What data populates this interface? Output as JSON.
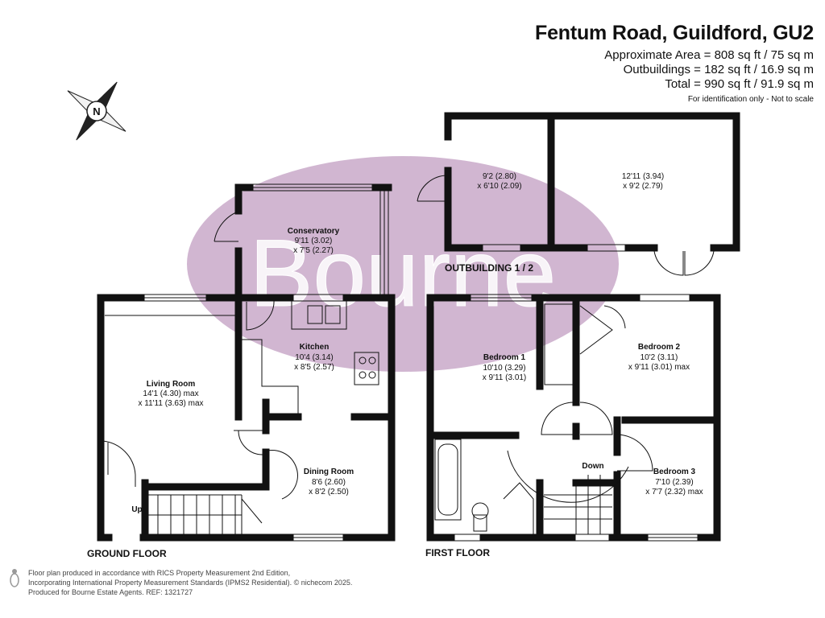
{
  "header": {
    "title": "Fentum Road, Guildford, GU2",
    "approx_area": "Approximate Area = 808 sq ft / 75 sq m",
    "outbuildings": "Outbuildings = 182 sq ft / 16.9 sq m",
    "total": "Total = 990 sq ft / 91.9 sq m",
    "note": "For identification only - Not to scale"
  },
  "watermark": "Bourne",
  "compass": {
    "letter": "N"
  },
  "floors": {
    "ground": "GROUND FLOOR",
    "first": "FIRST FLOOR",
    "outbuilding": "OUTBUILDING 1 / 2"
  },
  "rooms": {
    "conservatory": {
      "name": "Conservatory",
      "dim1": "9'11 (3.02)",
      "dim2": "x 7'5 (2.27)"
    },
    "kitchen": {
      "name": "Kitchen",
      "dim1": "10'4 (3.14)",
      "dim2": "x 8'5 (2.57)"
    },
    "living": {
      "name": "Living Room",
      "dim1": "14'1 (4.30) max",
      "dim2": "x 11'11 (3.63) max"
    },
    "dining": {
      "name": "Dining Room",
      "dim1": "8'6 (2.60)",
      "dim2": "x 8'2 (2.50)"
    },
    "bed1": {
      "name": "Bedroom 1",
      "dim1": "10'10 (3.29)",
      "dim2": "x 9'11 (3.01)"
    },
    "bed2": {
      "name": "Bedroom 2",
      "dim1": "10'2 (3.11)",
      "dim2": "x 9'11 (3.01) max"
    },
    "bed3": {
      "name": "Bedroom 3",
      "dim1": "7'10 (2.39)",
      "dim2": "x 7'7 (2.32) max"
    },
    "out1": {
      "dim1": "9'2 (2.80)",
      "dim2": "x 6'10 (2.09)"
    },
    "out2": {
      "dim1": "12'11 (3.94)",
      "dim2": "x 9'2 (2.79)"
    }
  },
  "stairs": {
    "up": "Up",
    "down": "Down"
  },
  "footer": {
    "line1": "Floor plan produced in accordance with RICS Property Measurement 2nd Edition,",
    "line2": "Incorporating International Property Measurement Standards (IPMS2 Residential).  © nichecom 2025.",
    "line3": "Produced for Bourne Estate Agents.   REF:  1321727"
  },
  "colors": {
    "wall": "#111111",
    "watermark_fill": "#c9a9c9",
    "watermark_text": "#ffffff"
  }
}
